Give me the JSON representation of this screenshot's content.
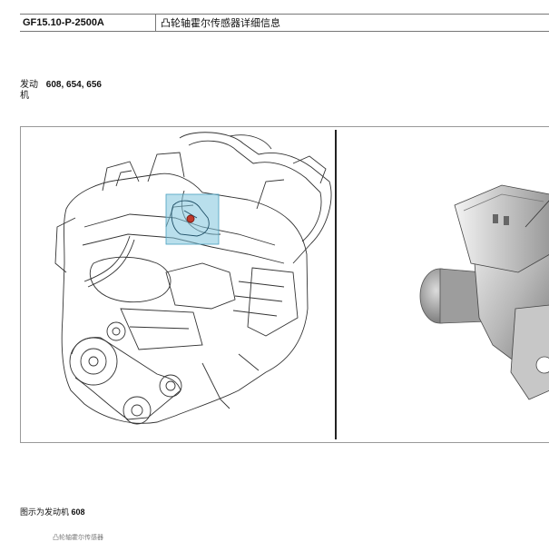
{
  "header": {
    "code": "GF15.10-P-2500A",
    "title": "凸轮轴霍尔传感器详细信息"
  },
  "engine": {
    "label_line1": "发动",
    "label_line2": "机",
    "numbers": "608, 654, 656"
  },
  "figure": {
    "highlight_color": "#7fc4dc",
    "left_panel": "engine-line-drawing",
    "right_panel": "camshaft-hall-sensor-render"
  },
  "caption": {
    "text": "图示为发动机 ",
    "engine_number": "608"
  },
  "footer_fragment": "凸轮轴霍尔传感器"
}
